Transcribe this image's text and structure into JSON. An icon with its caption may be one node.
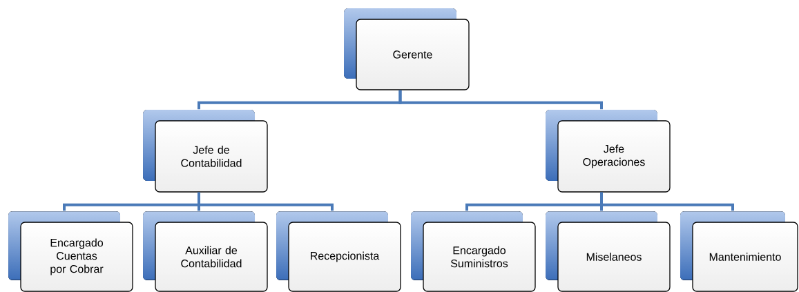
{
  "diagram": {
    "nodes": [
      {
        "text": [
          "Gerente"
        ]
      },
      {
        "text": [
          "Jefe de Contabilidad"
        ]
      },
      {
        "text": [
          "Jefe Operaciones"
        ]
      },
      {
        "text": [
          "Encargado Cuentas por Cobrar"
        ]
      },
      {
        "text": [
          "Auxiliar de Contabilidad"
        ]
      },
      {
        "text": [
          "Recepcionista"
        ]
      },
      {
        "text": [
          "Encargado Suministros"
        ]
      },
      {
        "text": [
          "Miselaneos"
        ]
      },
      {
        "text": [
          "Mantenimiento"
        ]
      }
    ],
    "edges": [
      {
        "from": 0,
        "to": 1,
        "arrow": "none"
      },
      {
        "from": 0,
        "to": 2,
        "arrow": "none"
      },
      {
        "from": 1,
        "to": 3,
        "arrow": "none"
      },
      {
        "from": 1,
        "to": 4,
        "arrow": "none"
      },
      {
        "from": 1,
        "to": 5,
        "arrow": "none"
      },
      {
        "from": 2,
        "to": 6,
        "arrow": "none"
      },
      {
        "from": 2,
        "to": 7,
        "arrow": "none"
      },
      {
        "from": 2,
        "to": 8,
        "arrow": "none"
      }
    ]
  }
}
